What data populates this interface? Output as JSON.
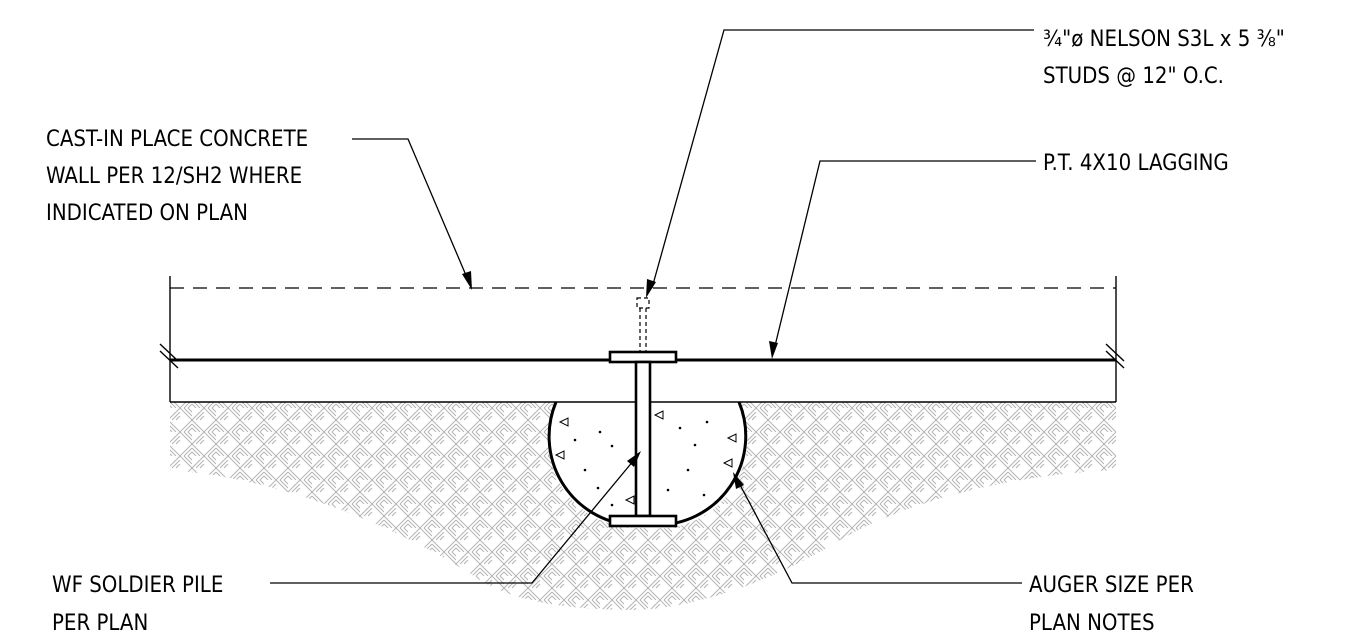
{
  "labels": {
    "studs_line1": "¾\"ø NELSON S3L x 5 ⅜\"",
    "studs_line2": "STUDS @ 12\" O.C.",
    "concrete_line1": "CAST-IN PLACE CONCRETE",
    "concrete_line2": "WALL PER 12/SH2 WHERE",
    "concrete_line3": "INDICATED ON PLAN",
    "lagging": "P.T. 4X10 LAGGING",
    "pile_line1": "WF SOLDIER PILE",
    "pile_line2": "PER PLAN",
    "auger_line1": "AUGER SIZE PER",
    "auger_line2": "PLAN NOTES"
  },
  "colors": {
    "linework": "#000000",
    "soil_hatch": "#b3b3b3",
    "background": "#ffffff"
  },
  "symbols": {
    "break_marks": "double-slash-break-icon",
    "concrete_aggregate": "triangle-aggregate-icon"
  }
}
